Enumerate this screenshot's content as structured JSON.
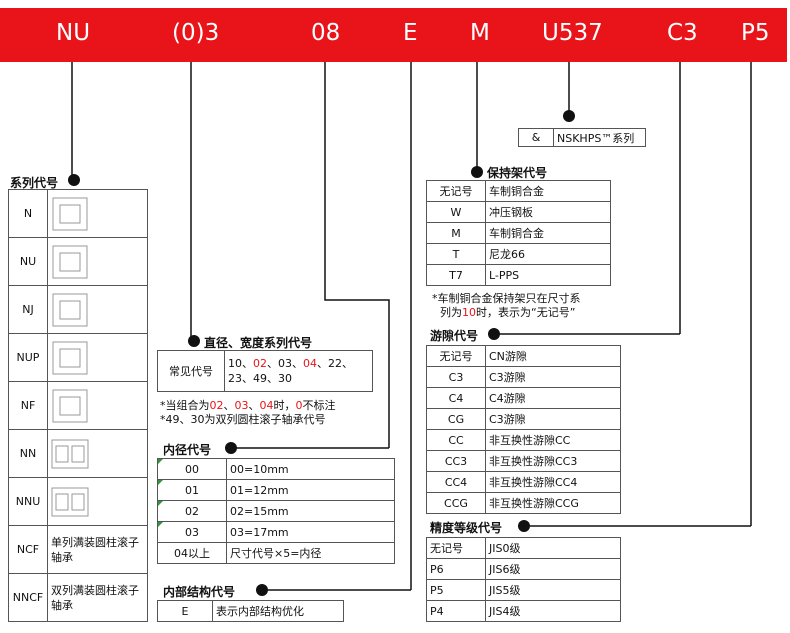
{
  "codes": [
    "NU",
    "(0)3",
    "08",
    "E",
    "M",
    "U537",
    "C3",
    "P5"
  ],
  "addon": {
    "col1": "&",
    "col2": "NSKHPS™系列"
  },
  "series": {
    "title": "系列代号",
    "items": [
      "N",
      "NU",
      "NJ",
      "NUP",
      "NF",
      "NN",
      "NNU",
      "NCF",
      "NNCF"
    ],
    "ncf_desc": "单列满装圆柱滚子轴承",
    "nncf_desc": "双列满装圆柱滚子轴承"
  },
  "dim": {
    "title": "直径、宽度系列代号",
    "label": "常见代号",
    "line1_parts": [
      "10",
      "、",
      "02",
      "、",
      "03",
      "、",
      "04",
      "、",
      "22",
      "、"
    ],
    "line2": "23、49、30",
    "note1_parts": [
      "*当组合为",
      "02",
      "、",
      "03",
      "、",
      "04",
      "时，",
      "0",
      "不标注"
    ],
    "note2": "*49、30为双列圆柱滚子轴承代号"
  },
  "bore": {
    "title": "内径代号",
    "rows": [
      [
        "00",
        "00=10mm"
      ],
      [
        "01",
        "01=12mm"
      ],
      [
        "02",
        "02=15mm"
      ],
      [
        "03",
        "03=17mm"
      ],
      [
        "04以上",
        "尺寸代号×5=内径"
      ]
    ]
  },
  "internal": {
    "title": "内部结构代号",
    "rows": [
      [
        "E",
        "表示内部结构优化"
      ]
    ]
  },
  "cage": {
    "title": "保持架代号",
    "rows": [
      [
        "无记号",
        "车制铜合金"
      ],
      [
        "W",
        "冲压钢板"
      ],
      [
        "M",
        "车制铜合金"
      ],
      [
        "T",
        "尼龙66"
      ],
      [
        "T7",
        "L-PPS"
      ]
    ],
    "note1": "*车制铜合金保持架只在尺寸系",
    "note2_parts": [
      "列为",
      "10",
      "时，表示为“无记号”"
    ]
  },
  "clearance": {
    "title": "游隙代号",
    "rows": [
      [
        "无记号",
        "CN游隙"
      ],
      [
        "C3",
        "C3游隙"
      ],
      [
        "C4",
        "C4游隙"
      ],
      [
        "CG",
        "C3游隙"
      ],
      [
        "CC",
        "非互换性游隙CC"
      ],
      [
        "CC3",
        "非互换性游隙CC3"
      ],
      [
        "CC4",
        "非互换性游隙CC4"
      ],
      [
        "CCG",
        "非互换性游隙CCG"
      ]
    ]
  },
  "precision": {
    "title": "精度等级代号",
    "rows": [
      [
        "无记号",
        "JIS0级"
      ],
      [
        "P6",
        "JIS6级"
      ],
      [
        "P5",
        "JIS5级"
      ],
      [
        "P4",
        "JIS4级"
      ]
    ]
  },
  "colors": {
    "banner": "#e8141a",
    "accent_red": "#e8141a"
  }
}
